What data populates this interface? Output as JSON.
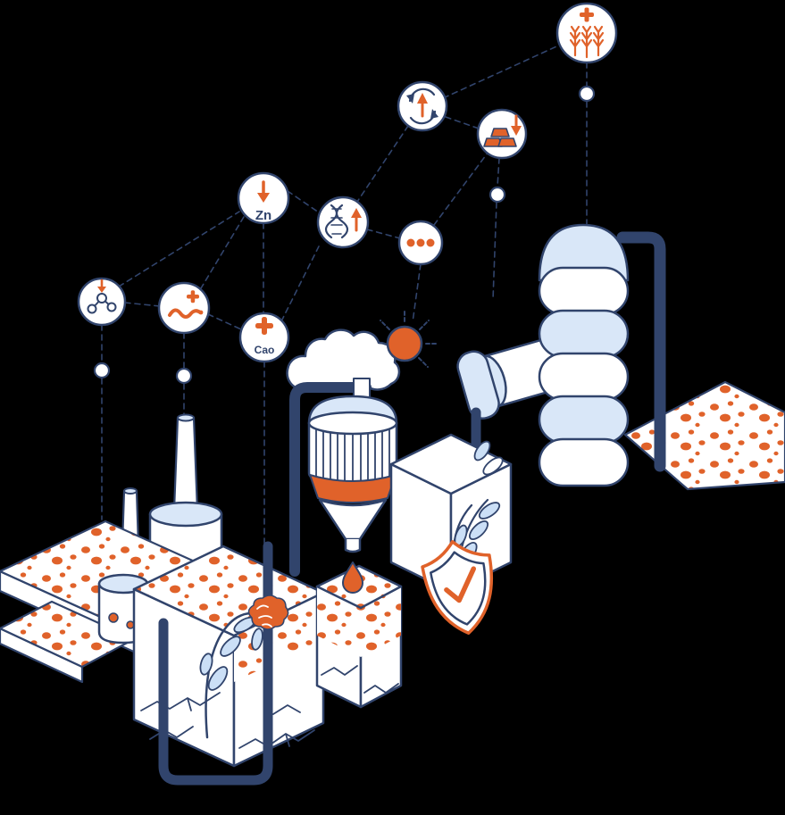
{
  "meta": {
    "title": "soil-remediation-isometric-illustration"
  },
  "colors": {
    "navy": "#31446C",
    "orange": "#E0622A",
    "lightblue": "#D9E7F8",
    "white": "#FFFFFF",
    "leaf": "#CBDFF6",
    "bg": "#000000"
  },
  "labels": {
    "zinc": "Zn",
    "calcium": "Cao"
  },
  "nodes": [
    {
      "id": "wheat-increase",
      "icon": "wheat-plus-icon"
    },
    {
      "id": "cycle-increase",
      "icon": "recycle-up-arrow-icon"
    },
    {
      "id": "gold-decrease",
      "icon": "gold-ingots-down-arrow-icon"
    },
    {
      "id": "zinc-decrease",
      "icon": "down-arrow-icon",
      "label": "Zn"
    },
    {
      "id": "dna-increase",
      "icon": "dna-up-arrow-icon"
    },
    {
      "id": "ellipsis",
      "icon": "three-dots-icon"
    },
    {
      "id": "molecule-decrease",
      "icon": "molecule-down-arrow-icon"
    },
    {
      "id": "worm-increase",
      "icon": "worm-plus-icon"
    },
    {
      "id": "calcium-increase",
      "icon": "plus-icon",
      "label": "Cao"
    }
  ],
  "scene": [
    "factory-chimneys",
    "storage-tank",
    "silo-tower",
    "pipes",
    "hopper-funnel",
    "water-droplet",
    "cloud",
    "sun",
    "soil-blocks",
    "contaminated-soil-dots",
    "soil-cracks",
    "wilted-plant",
    "healthy-leaves",
    "protection-shield"
  ]
}
